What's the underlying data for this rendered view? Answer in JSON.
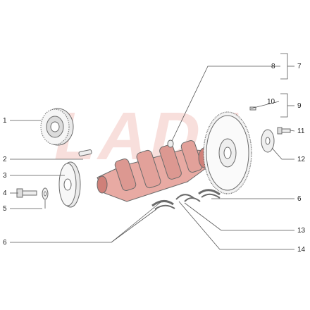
{
  "colors": {
    "line": "#555555",
    "part_outline": "#6b6b6b",
    "crankshaft_fill": "#e8aaa3",
    "crankshaft_shadow": "#cf8079",
    "watermark": "#f3c6c1",
    "part_fill": "#f4f4f4"
  },
  "watermark": {
    "text": "LADA"
  },
  "callouts": [
    {
      "id": "c1",
      "label": "1"
    },
    {
      "id": "c2",
      "label": "2"
    },
    {
      "id": "c3",
      "label": "3"
    },
    {
      "id": "c4",
      "label": "4"
    },
    {
      "id": "c5",
      "label": "5"
    },
    {
      "id": "c6_left",
      "label": "6"
    },
    {
      "id": "c6_right",
      "label": "6"
    },
    {
      "id": "c7",
      "label": "7"
    },
    {
      "id": "c8",
      "label": "8"
    },
    {
      "id": "c9",
      "label": "9"
    },
    {
      "id": "c10",
      "label": "10"
    },
    {
      "id": "c11",
      "label": "11"
    },
    {
      "id": "c12",
      "label": "12"
    },
    {
      "id": "c13",
      "label": "13"
    },
    {
      "id": "c14",
      "label": "14"
    }
  ]
}
